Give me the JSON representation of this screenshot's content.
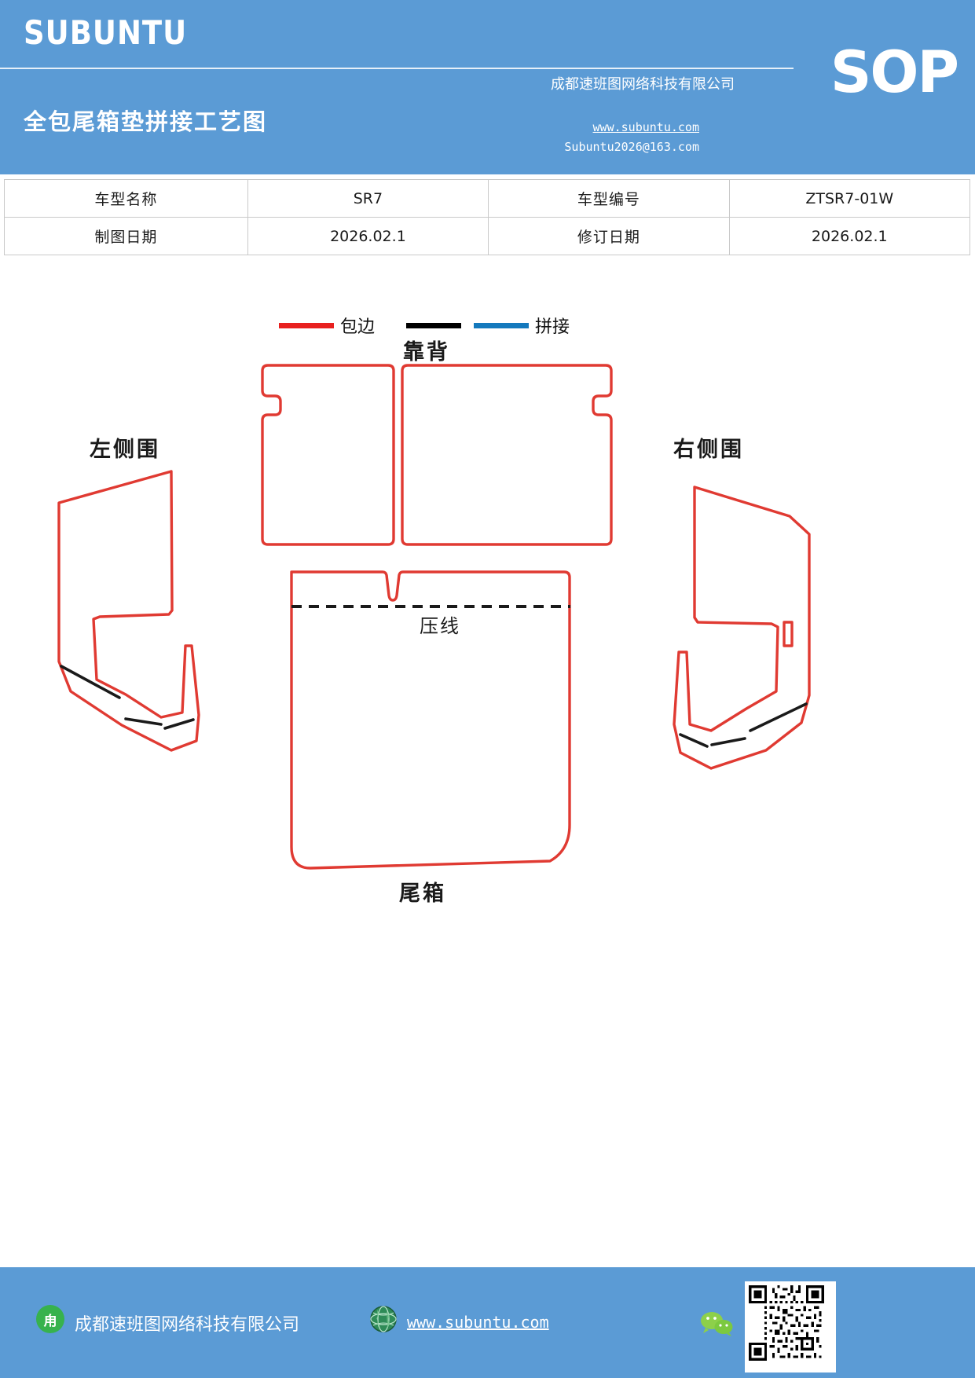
{
  "header": {
    "brand": "SUBUNTU",
    "badge": "SOP",
    "company": "成都速班图网络科技有限公司",
    "website": "www.subuntu.com",
    "email": "Subuntu2026@163.com",
    "title": "全包尾箱垫拼接工艺图",
    "bg_color": "#5b9bd5"
  },
  "info_table": {
    "rows": [
      {
        "label1": "车型名称",
        "value1": "SR7",
        "label2": "车型编号",
        "value2": "ZTSR7-01W"
      },
      {
        "label1": "制图日期",
        "value1": "2026.02.1",
        "label2": "修订日期",
        "value2": "2026.02.1"
      }
    ]
  },
  "legend": {
    "items": [
      {
        "label": "包边",
        "color": "#e8201f",
        "second_color": null
      },
      {
        "label": "拼接",
        "color": "#000000",
        "second_color": "#1479bd"
      }
    ]
  },
  "drawing": {
    "labels": {
      "backrest": "靠背",
      "left_side": "左侧围",
      "right_side": "右侧围",
      "trunk": "尾箱",
      "crease": "压线"
    },
    "stroke_colors": {
      "binding": "#e03a32",
      "seam": "#1a1a1a"
    }
  },
  "footer": {
    "company": "成都速班图网络科技有限公司",
    "website": "www.subuntu.com",
    "company_icon_glyph": "甪",
    "bg_color": "#5b9bd5"
  }
}
